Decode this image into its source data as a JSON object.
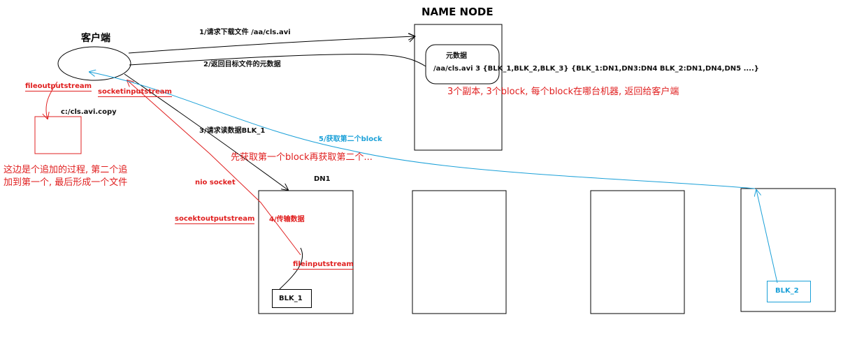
{
  "title_namenode": "NAME NODE",
  "client_label": "客户端",
  "metadata": {
    "title": "元数据",
    "entry": "/aa/cls.avi  3   {BLK_1,BLK_2,BLK_3}    {BLK_1:DN1,DN3:DN4    BLK_2:DN1,DN4,DN5 ....}",
    "note": "3个副本, 3个block, 每个block在哪台机器, 返回给客户端"
  },
  "steps": {
    "s1": "1/请求下载文件 /aa/cls.avi",
    "s2": "2/返回目标文件的元数据",
    "s3": "3/请求读数据BLK_1",
    "s4": "4/传输数据",
    "s5": "5/获取第二个block"
  },
  "notes": {
    "first_then_second": "先获取第一个block再获取第二个...",
    "append_note_line1": "这边是个追加的过程, 第二个追",
    "append_note_line2": "加到第一个, 最后形成一个文件"
  },
  "streams": {
    "fileoutputstream": "fileoutputstream",
    "socketinputstream": "socketinputstream",
    "socektoutputstream": "socektoutputstream",
    "nio_socket": "nio socket",
    "fileinputstream": "fileinputstream"
  },
  "local_file": "c:/cls.avi.copy",
  "dn1_label": "DN1",
  "blocks": {
    "blk1": "BLK_1",
    "blk2": "BLK_2"
  },
  "colors": {
    "red": "#e02020",
    "blue": "#1aa0d8",
    "black": "#000000"
  }
}
